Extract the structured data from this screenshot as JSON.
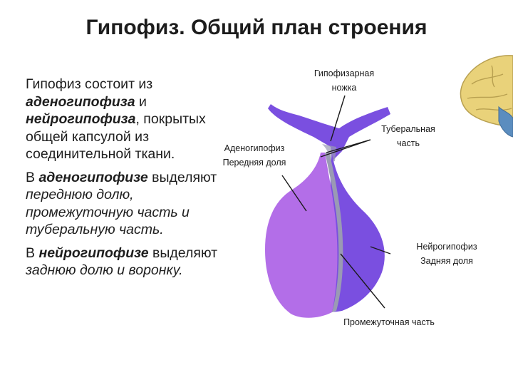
{
  "title": "Гипофиз. Общий план строения",
  "text": {
    "p1": {
      "t1": "Гипофиз состоит из ",
      "b1": "аденогипофиза",
      "t2": " и ",
      "b2": "нейрогипофиза",
      "t3": ", покрытых общей капсулой из соединительной ткани."
    },
    "p2": {
      "t1": "В ",
      "b1": "аденогипофизе",
      "t2": " выделяют  ",
      "i1": "переднюю долю, промежуточную часть и туберальную часть."
    },
    "p3": {
      "t1": "В ",
      "b1": "нейрогипофизе",
      "t2": " выделяют ",
      "i1": "заднюю долю и воронку."
    }
  },
  "labels": {
    "stalk": [
      "Гипофизарная",
      "ножка"
    ],
    "tuberal": [
      "Туберальная",
      "часть"
    ],
    "adeno": [
      "Аденогипофиз",
      "Передняя доля"
    ],
    "neuro": [
      "Нейрогипофиз",
      "Задняя доля"
    ],
    "intermediate": "Промежуточная часть"
  },
  "colors": {
    "adeno": "#b36ee8",
    "neuro": "#7a4fe0",
    "intermediate": "#9a9ab4",
    "brain": "#e9d27a"
  }
}
